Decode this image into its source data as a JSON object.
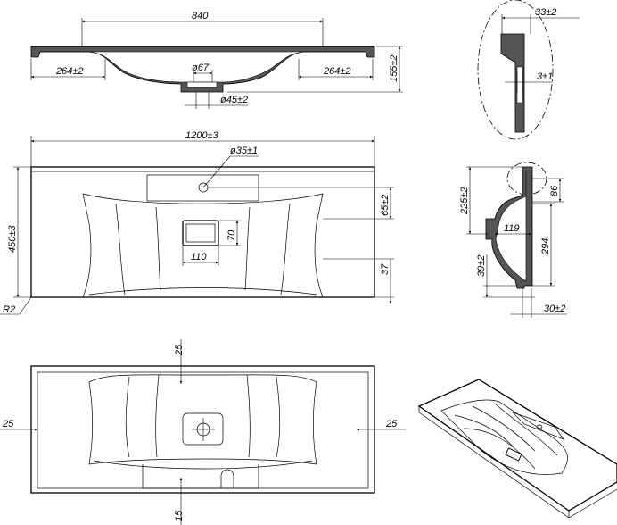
{
  "title": "Washbasin 1200 technical drawing",
  "section_view": {
    "width_bowl": "840",
    "left_ledge": "264±2",
    "right_ledge": "264±2",
    "drain_outer": "ø67",
    "drain_inner": "ø45±2",
    "height": "155±2"
  },
  "detail_view": {
    "edge_width": "33±2",
    "wall": "3±1"
  },
  "plan_view": {
    "total_width": "1200±3",
    "tap_hole": "ø35±1",
    "tap_offset": "65±2",
    "depth": "450±3",
    "drain_h": "70",
    "drain_w": "110",
    "front_margin": "37",
    "corner_radius": "R2"
  },
  "side_view": {
    "back_height": "225±2",
    "overflow": "86",
    "drain_depth": "119",
    "bowl_depth": "294",
    "front_height": "39±2",
    "front_lip": "30±2"
  },
  "bottom_view": {
    "top_margin": "25",
    "left_margin": "25",
    "right_margin": "25",
    "bottom_margin": "15"
  }
}
